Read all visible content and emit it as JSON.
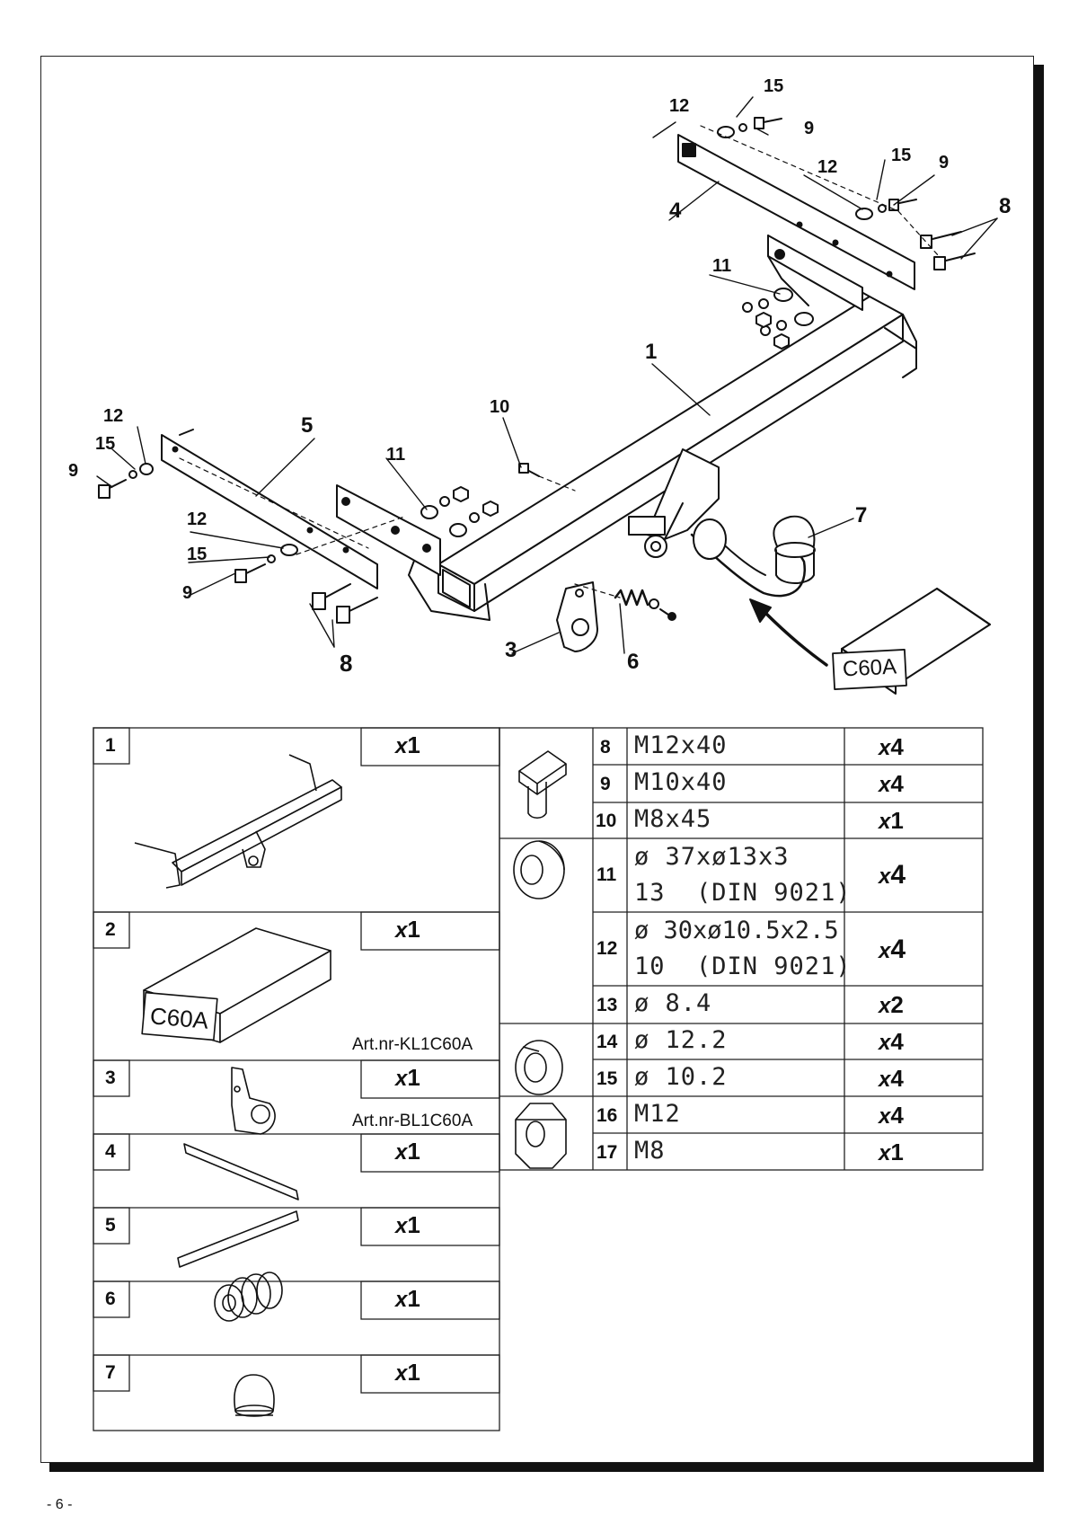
{
  "page_number": "- 6 -",
  "box_label": "C60A",
  "callouts": {
    "c1": "1",
    "c3": "3",
    "c4": "4",
    "c5": "5",
    "c6": "6",
    "c7": "7",
    "c8a": "8",
    "c8b": "8",
    "c9a": "9",
    "c9b": "9",
    "c9c": "9",
    "c9d": "9",
    "c10": "10",
    "c11a": "11",
    "c11b": "11",
    "c12a": "12",
    "c12b": "12",
    "c12c": "12",
    "c12d": "12",
    "c15a": "15",
    "c15b": "15",
    "c15c": "15",
    "c15d": "15"
  },
  "parts_left": [
    {
      "num": "1",
      "qty_x": "x",
      "qty_n": "1",
      "art": ""
    },
    {
      "num": "2",
      "qty_x": "x",
      "qty_n": "1",
      "art": "Art.nr-KL1C60A",
      "box_label": "C60A"
    },
    {
      "num": "3",
      "qty_x": "x",
      "qty_n": "1",
      "art": "Art.nr-BL1C60A"
    },
    {
      "num": "4",
      "qty_x": "x",
      "qty_n": "1",
      "art": ""
    },
    {
      "num": "5",
      "qty_x": "x",
      "qty_n": "1",
      "art": ""
    },
    {
      "num": "6",
      "qty_x": "x",
      "qty_n": "1",
      "art": ""
    },
    {
      "num": "7",
      "qty_x": "x",
      "qty_n": "1",
      "art": ""
    }
  ],
  "parts_right": [
    {
      "num": "8",
      "spec1": "M12x40",
      "spec2": "",
      "qty_x": "x",
      "qty_n": "4"
    },
    {
      "num": "9",
      "spec1": "M10x40",
      "spec2": "",
      "qty_x": "x",
      "qty_n": "4"
    },
    {
      "num": "10",
      "spec1": "M8x45",
      "spec2": "",
      "qty_x": "x",
      "qty_n": "1"
    },
    {
      "num": "11",
      "spec1": "ø 37xø13x3",
      "spec2": "13  (DIN 9021)",
      "qty_x": "x",
      "qty_n": "4"
    },
    {
      "num": "12",
      "spec1": "ø 30xø10.5x2.5",
      "spec2": "10  (DIN 9021)",
      "qty_x": "x",
      "qty_n": "4"
    },
    {
      "num": "13",
      "spec1": "ø 8.4",
      "spec2": "",
      "qty_x": "x",
      "qty_n": "2"
    },
    {
      "num": "14",
      "spec1": "ø 12.2",
      "spec2": "",
      "qty_x": "x",
      "qty_n": "4"
    },
    {
      "num": "15",
      "spec1": "ø 10.2",
      "spec2": "",
      "qty_x": "x",
      "qty_n": "4"
    },
    {
      "num": "16",
      "spec1": "M12",
      "spec2": "",
      "qty_x": "x",
      "qty_n": "4"
    },
    {
      "num": "17",
      "spec1": "M8",
      "spec2": "",
      "qty_x": "x",
      "qty_n": "1"
    }
  ]
}
